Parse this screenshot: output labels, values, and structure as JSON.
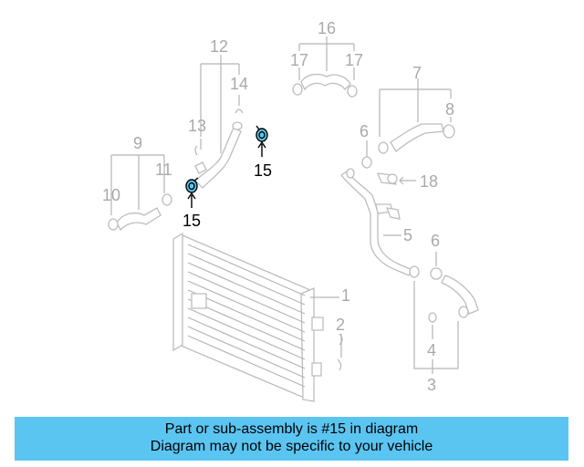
{
  "diagram": {
    "callouts": {
      "c1": "1",
      "c2": "2",
      "c3": "3",
      "c4": "4",
      "c5": "5",
      "c6a": "6",
      "c6b": "6",
      "c7": "7",
      "c8": "8",
      "c9": "9",
      "c10": "10",
      "c11": "11",
      "c12": "12",
      "c13": "13",
      "c14": "14",
      "c15a": "15",
      "c15b": "15",
      "c16": "16",
      "c17a": "17",
      "c17b": "17",
      "c18": "18"
    },
    "highlight_color": "#5cc8f0"
  },
  "banner": {
    "line1": "Part or sub-assembly is #15 in diagram",
    "line2": "Diagram may not be specific to your vehicle",
    "background": "#5bc5f2"
  }
}
